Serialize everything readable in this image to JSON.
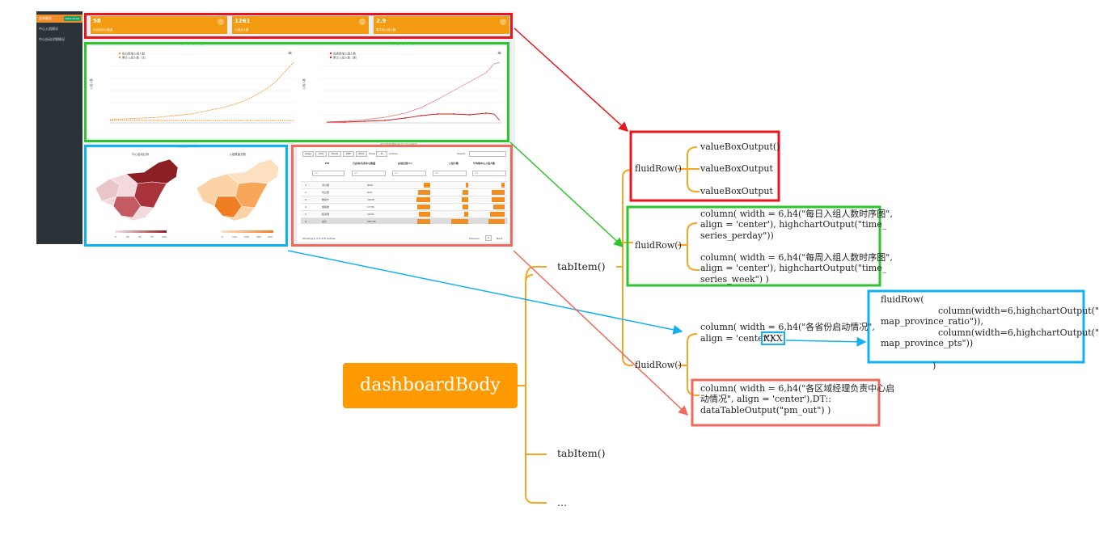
{
  "mini_dashboard": {
    "sidebar": {
      "items": [
        {
          "label": "总体概况",
          "badge": "2023-02-06"
        },
        {
          "label": "中心入组情况"
        },
        {
          "label": "中心启动详细情况"
        }
      ]
    },
    "value_boxes": [
      {
        "value": "58",
        "subtitle": "已启动中心数量"
      },
      {
        "value": "1261",
        "subtitle": "入组总人数"
      },
      {
        "value": "2.9",
        "subtitle": "周平均入组人数"
      }
    ],
    "charts": [
      {
        "title": "每日入组人数时序图",
        "legend": [
          "每日新增入组人数",
          "累计入组人数（天）"
        ],
        "ylabel": "入组人数"
      },
      {
        "title": "每周入组人数时序图",
        "legend": [
          "每周新增入组人数",
          "累计入组人数（周）"
        ],
        "ylabel": "入组人数"
      }
    ],
    "maps": {
      "section_title": "各省份启动情况",
      "titles": [
        "中心启动比例",
        "入组数量总数"
      ],
      "scale_left": [
        "0",
        "25",
        "50",
        "75",
        "100"
      ],
      "scale_right": [
        "0",
        "100",
        "200",
        "300",
        "400"
      ]
    },
    "table": {
      "title": "各区域经理负责中心启动情况",
      "buttons": [
        "Copy",
        "CSV",
        "Excel",
        "PDF",
        "Print"
      ],
      "show_label": "Show",
      "show_value": "8",
      "entries_label": "entries",
      "search_label": "Search:",
      "columns": [
        "PM",
        "已启动/负责中心数量",
        "启动比例(%)",
        "入组人数",
        "平均每中心入组人数"
      ],
      "filter_placeholder": "All",
      "rows": [
        [
          "1",
          "冯小丽",
          "8/20",
          "",
          "",
          ""
        ],
        [
          "2",
          "何立康",
          "8/21",
          "",
          "",
          ""
        ],
        [
          "3",
          "黎运宁",
          "18/28",
          "",
          "",
          ""
        ],
        [
          "4",
          "邹丽波",
          "17/35",
          "",
          "",
          ""
        ],
        [
          "5",
          "陈清瑞",
          "10/31",
          "",
          "",
          ""
        ],
        [
          "6",
          "总计",
          "58/146",
          "",
          "",
          ""
        ]
      ],
      "info": "Showing 1 to 6 of 6 entries",
      "prev": "Previous",
      "page": "1",
      "next": "Next"
    }
  },
  "diagram": {
    "root": "dashboardBody",
    "tab_items": [
      "tabItem()",
      "tabItem()",
      "..."
    ],
    "fluid_rows": [
      "fluidRow()",
      "fluidRow()",
      "fluidRow()"
    ],
    "value_box_outputs": [
      "valueBoxOutput()",
      "valueBoxOutput",
      "valueBoxOutput"
    ],
    "column_perday": [
      "column( width = 6,h4(\"每日入组人数时序图\",",
      "align = 'center'), highchartOutput(\"time_",
      "series_perday\"))"
    ],
    "column_week": [
      "column( width = 6,h4(\"每周入组人数时序图\",",
      "align = 'center'), highchartOutput(\"time_",
      "series_week\") )"
    ],
    "column_province": [
      "column( width = 6,h4(\"各省份启动情况\",",
      "align = 'center')"
    ],
    "xxx": "XXX",
    "column_pm": [
      "column( width = 6,h4(\"各区域经理负责中心启",
      "动情况\", align = 'center'),DT::",
      "dataTableOutput(\"pm_out\")  )"
    ],
    "inner_fluid_row": [
      "fluidRow(",
      "column(width=6,highchartOutput(\"",
      "map_province_ratio\")),",
      "column(width=6,highchartOutput(\"",
      "map_province_pts\"))"
    ],
    "closing_paren": ")"
  },
  "colors": {
    "red": "#e8161c",
    "green": "#2ec52e",
    "blue": "#12b0ee",
    "salmon": "#f06a5c",
    "orange": "#ff9900",
    "tree_line": "#f5a623"
  }
}
